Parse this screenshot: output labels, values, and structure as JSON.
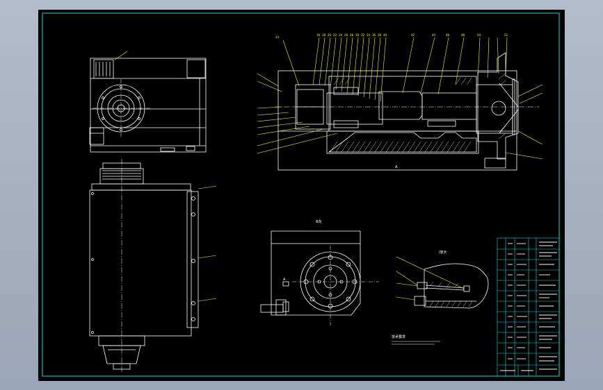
{
  "colors": {
    "background": "#000000",
    "frame": "#00e5e5",
    "geometry": "#ffffff",
    "leaders": "#ffff00",
    "centerline": "#ffffff"
  },
  "views": {
    "section_view": {
      "balloons": [
        "24",
        "16",
        "18",
        "20",
        "22",
        "24",
        "26",
        "28",
        "30",
        "32",
        "34",
        "36",
        "38",
        "40",
        "42",
        "44",
        "46",
        "48",
        "50",
        "52"
      ],
      "section_label": "A"
    },
    "side_view": {
      "title": "B向",
      "arrow_label": "A"
    },
    "detail_view": {
      "title": "I放大"
    },
    "tech_note": "技术要求"
  }
}
